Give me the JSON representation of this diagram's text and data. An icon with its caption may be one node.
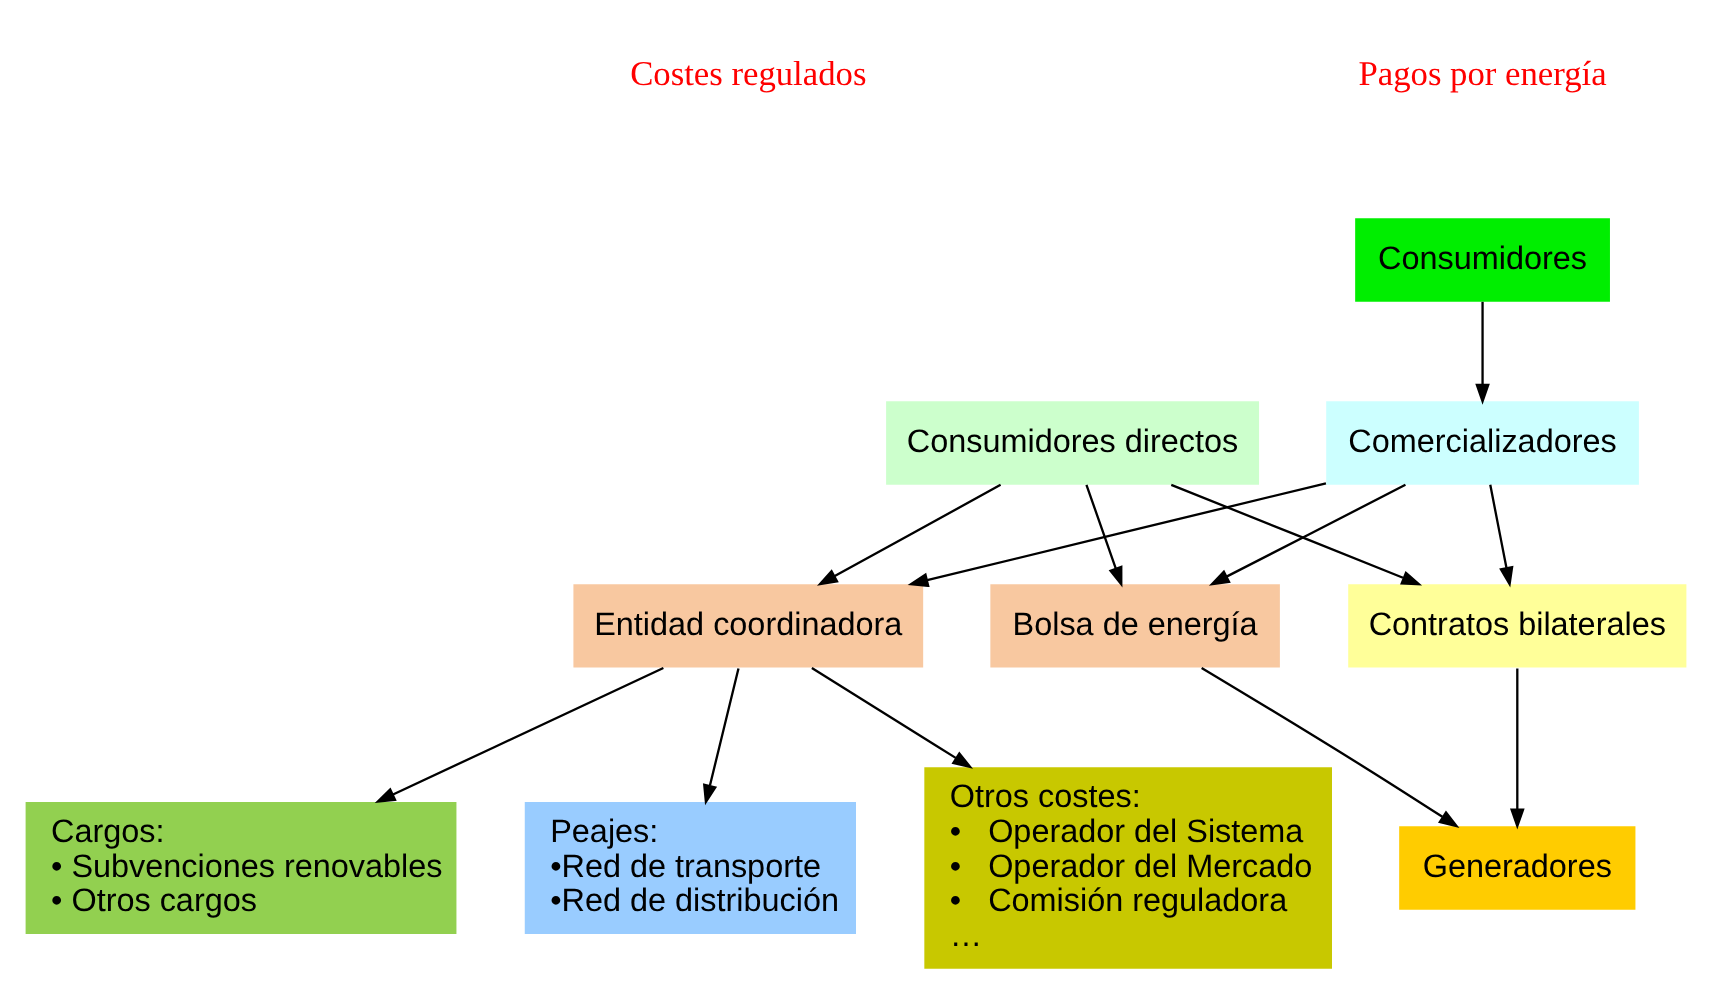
{
  "diagram": {
    "nodes": [
      {
        "text": [
          "Consumidores"
        ]
      },
      {
        "text": [
          "Comercializadores"
        ]
      },
      {
        "text": [
          "Consumidores directos"
        ]
      },
      {
        "text": [
          "Entidad coordinadora"
        ]
      },
      {
        "text": [
          "Cargos:",
          "• Subvenciones renovables",
          "• Otros cargos"
        ]
      },
      {
        "text": [
          "Peajes:",
          "•Red de transporte",
          "•Red de distribución"
        ]
      },
      {
        "text": [
          "Otros costes:",
          "•   Operador del Sistema",
          "•   Operador del Mercado",
          "•   Comisión reguladora",
          "…"
        ]
      },
      {
        "text": [
          "Bolsa de energía"
        ]
      },
      {
        "text": [
          "Contratos bilaterales"
        ]
      },
      {
        "text": [
          "Generadores"
        ]
      }
    ],
    "edges": [
      {
        "from": 0,
        "to": 1,
        "arrow": "to"
      },
      {
        "from": 1,
        "to": 3,
        "arrow": "to"
      },
      {
        "from": 2,
        "to": 3,
        "arrow": "to"
      },
      {
        "from": 1,
        "to": 7,
        "arrow": "to"
      },
      {
        "from": 1,
        "to": 8,
        "arrow": "to"
      },
      {
        "from": 2,
        "to": 7,
        "arrow": "to"
      },
      {
        "from": 2,
        "to": 8,
        "arrow": "to"
      },
      {
        "from": 7,
        "to": 9,
        "arrow": "to"
      },
      {
        "from": 8,
        "to": 9,
        "arrow": "to"
      },
      {
        "from": 3,
        "to": 4,
        "arrow": "to"
      },
      {
        "from": 3,
        "to": 5,
        "arrow": "to"
      },
      {
        "from": 3,
        "to": 6,
        "arrow": "to"
      }
    ],
    "labels": [
      "Pagos por energía",
      "Costes regulados"
    ]
  }
}
